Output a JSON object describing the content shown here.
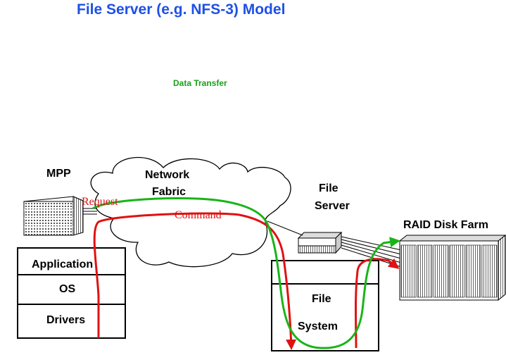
{
  "title": "File Server (e.g. NFS-3) Model",
  "labels": {
    "data_transfer": "Data Transfer",
    "mpp": "MPP",
    "network_line1": "Network",
    "network_line2": "Fabric",
    "file_server_line1": "File",
    "file_server_line2": "Server",
    "raid": "RAID Disk Farm",
    "request": "Request",
    "command": "Command"
  },
  "mpp_stack": [
    "Application",
    "OS",
    "Drivers"
  ],
  "fs_stack": [
    "File",
    "System"
  ],
  "colors": {
    "title": "#1e50e6",
    "data_path": "#19b419",
    "control_path": "#e01111",
    "data_label": "#19a019"
  }
}
